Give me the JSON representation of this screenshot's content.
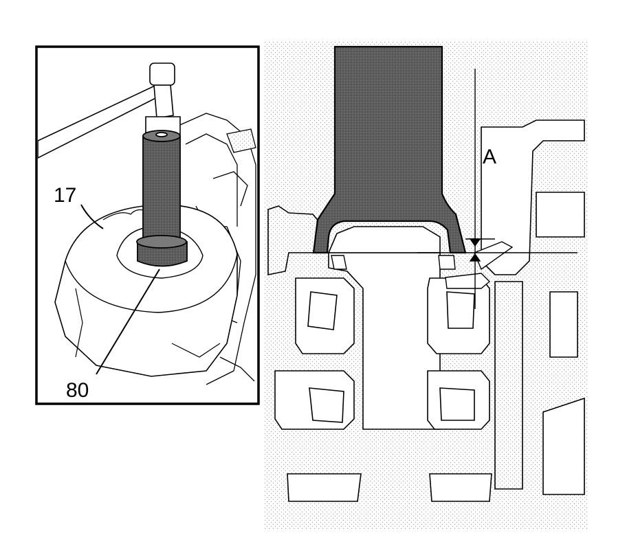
{
  "callouts": {
    "part_17": "17",
    "part_80": "80",
    "dimension_a": "A"
  },
  "colors": {
    "line": "#000000",
    "tool_fill": "#5c5c5c",
    "stipple": "#9a9a9a",
    "background": "#ffffff"
  }
}
